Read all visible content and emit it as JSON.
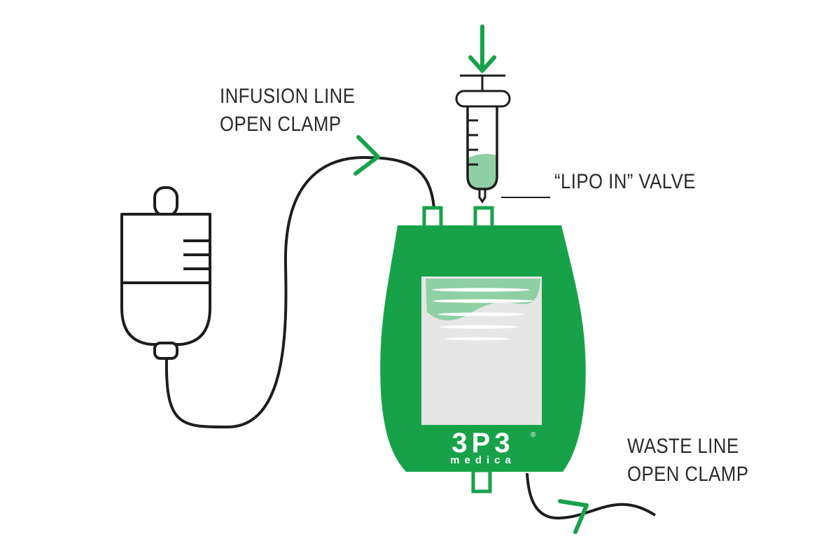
{
  "labels": {
    "infusion": [
      "INFUSION LINE",
      "OPEN CLAMP"
    ],
    "valve": "“LIPO IN” VALVE",
    "waste": [
      "WASTE LINE",
      "OPEN CLAMP"
    ]
  },
  "brand": {
    "logo": "3P3",
    "sub": "medica",
    "mark": "®"
  },
  "colors": {
    "green": "#17a24a",
    "light_green": "#8fd0a4",
    "line": "#1d1d1d",
    "window": "#e6e6e6"
  },
  "icons": [
    "iv-bag-icon",
    "syringe-icon",
    "collection-bag-icon",
    "down-arrow-icon",
    "flow-arrow-icon"
  ]
}
